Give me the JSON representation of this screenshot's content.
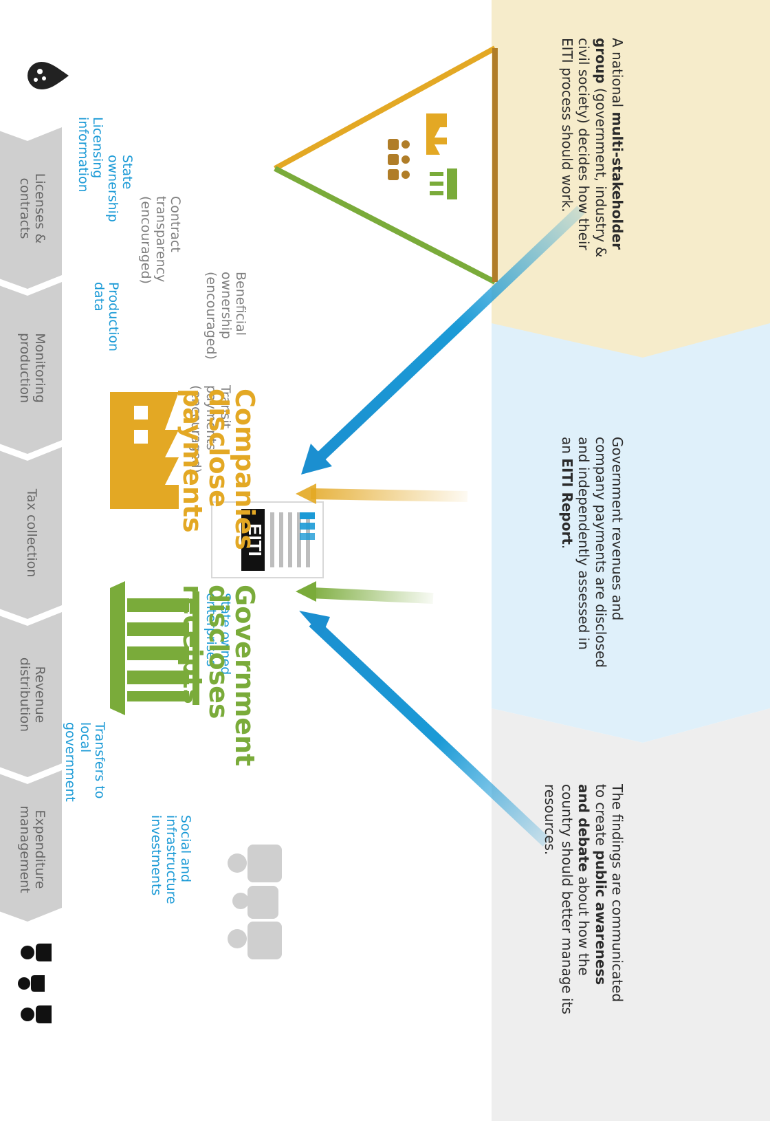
{
  "chain": {
    "steps": [
      "Licenses & contracts",
      "Monitoring production",
      "Tax collection",
      "Revenue distribution",
      "Expenditure management"
    ]
  },
  "icons": {
    "left": "resource-drop-icon",
    "right": "people-icon",
    "companies": "factory-icon",
    "government": "government-building-icon",
    "report": "eiti-report-icon",
    "msg": "multi-stakeholder-triangle-icon",
    "public": "people-icon"
  },
  "labels": {
    "licensing": "Licensing information",
    "state_ownership": "State ownership",
    "contract": "Contract transparency (encouraged)",
    "beneficial": "Beneficial ownership (encouraged)",
    "production": "Production data",
    "transit": "Transit payments (encouraged)",
    "soe": "State owned enterprises",
    "transfers": "Transfers to local government",
    "social": "Social and infrastructure investments"
  },
  "actors": {
    "companies": "Companies disclose payments",
    "government": "Government discloses receipts"
  },
  "report": {
    "logo": "EITI"
  },
  "panels": {
    "msg": [
      "A national ",
      "multi-stakeholder group",
      " (government, industry & civil society) decides how their EITI process should work."
    ],
    "report": [
      "Government revenues and company payments are disclosed and independently assessed in an ",
      "EITI Report",
      "."
    ],
    "public": [
      "The findings are communicated to create ",
      "public awareness and debate",
      " about how the country should better manage its resources."
    ]
  },
  "colors": {
    "blue": "#1b9ad6",
    "gold": "#e3a824",
    "green": "#7aab3a",
    "brown": "#b07d28",
    "panel_yellow": "#f6eccb",
    "panel_blue": "#dff0fa",
    "panel_grey": "#eeeeee",
    "chevron_grey": "#cfcfcf"
  }
}
